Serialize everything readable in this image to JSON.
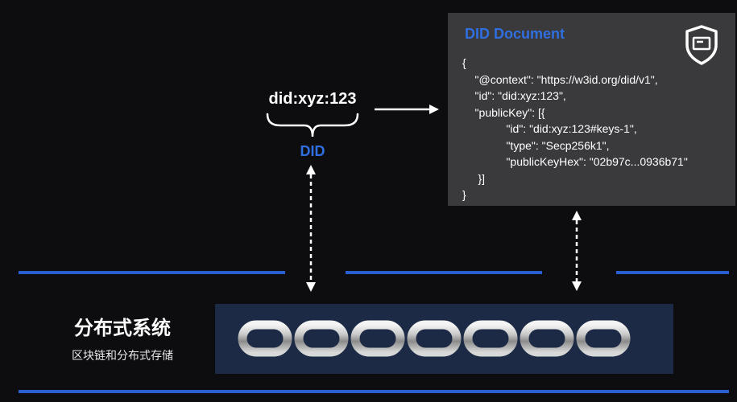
{
  "did_identifier": {
    "text": "did:xyz:123",
    "label": "DID"
  },
  "did_document": {
    "title": "DID Document",
    "icon": "shield-id-icon",
    "code_lines": [
      "{",
      "    \"@context\": \"https://w3id.org/did/v1\",",
      "    \"id\": \"did:xyz:123\",",
      "    \"publicKey\": [{",
      "              \"id\": \"did:xyz:123#keys-1\",",
      "              \"type\": \"Secp256k1\",",
      "              \"publicKeyHex\": \"02b97c...0936b71\"",
      "     }]",
      "}"
    ]
  },
  "distributed_system": {
    "title": "分布式系统",
    "subtitle": "区块链和分布式存储",
    "icon": "chain-links-icon"
  },
  "colors": {
    "background": "#0d0d10",
    "accent_blue": "#2f6fe0",
    "line_blue": "#2b5fd1",
    "panel_gray": "#3a3a3d",
    "chain_panel": "#1c2a45"
  }
}
